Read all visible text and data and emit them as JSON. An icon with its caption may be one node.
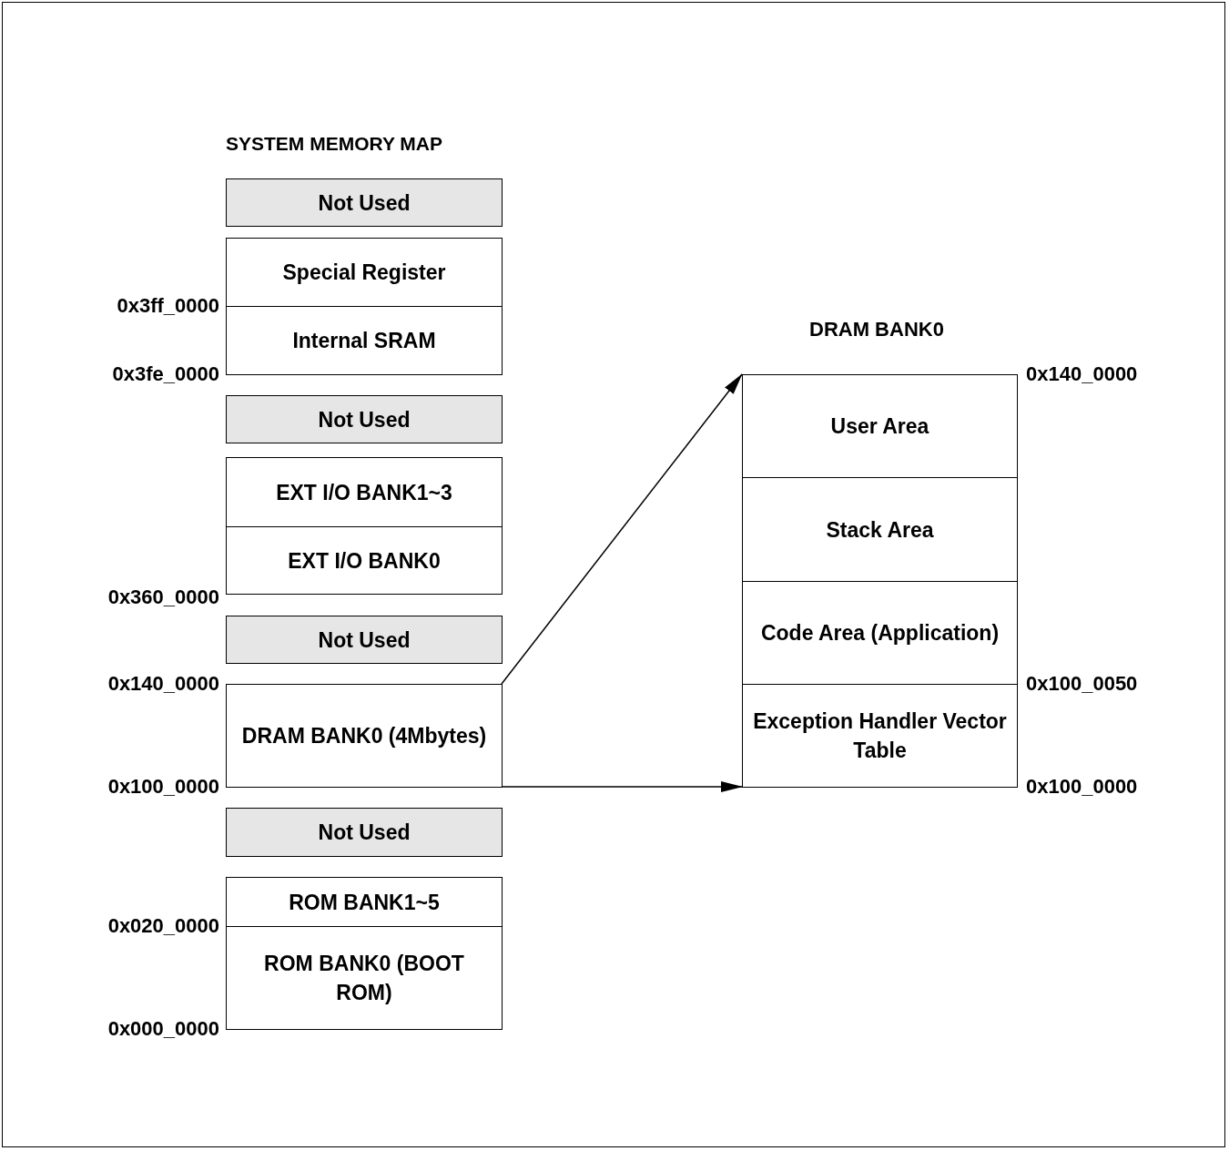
{
  "diagram": {
    "title": "SYSTEM MEMORY MAP",
    "nodes": [
      {
        "text": [
          "Not Used"
        ]
      },
      {
        "text": [
          "Special Register"
        ]
      },
      {
        "text": [
          "Internal SRAM"
        ]
      },
      {
        "text": [
          "Not Used"
        ]
      },
      {
        "text": [
          "EXT I/O BANK1~3"
        ]
      },
      {
        "text": [
          "EXT I/O BANK0"
        ]
      },
      {
        "text": [
          "Not Used"
        ]
      },
      {
        "text": [
          "DRAM BANK0 (4Mbytes)"
        ]
      },
      {
        "text": [
          "Not Used"
        ]
      },
      {
        "text": [
          "ROM BANK1~5"
        ]
      },
      {
        "text": [
          "ROM BANK0 (BOOT ROM)"
        ]
      },
      {
        "text": [
          "User Area"
        ]
      },
      {
        "text": [
          "Stack Area"
        ]
      },
      {
        "text": [
          "Code Area (Application)"
        ]
      },
      {
        "text": [
          "Exception Handler Vector Table"
        ]
      }
    ],
    "edges": [
      {
        "from": 7,
        "to": 11,
        "arrow": "to"
      },
      {
        "from": 7,
        "to": 14,
        "arrow": "to"
      }
    ],
    "labels": [
      "0x3ff_0000",
      "DRAM BANK0",
      "0x3fe_0000",
      "0x140_0000",
      "0x360_0000",
      "0x140_0000",
      "0x100_0050",
      "0x100_0000",
      "0x100_0000",
      "0x020_0000",
      "0x000_0000"
    ]
  }
}
